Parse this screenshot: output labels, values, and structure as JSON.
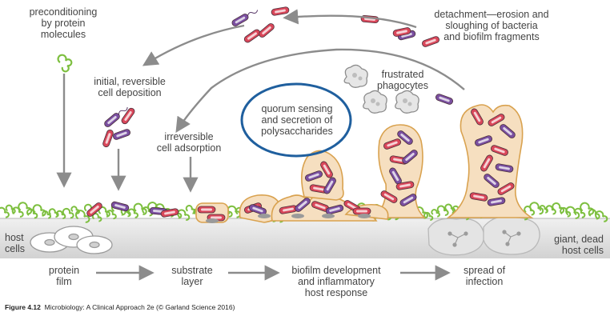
{
  "labels": {
    "preconditioning": "preconditioning\nby protein\nmolecules",
    "initial_deposition": "initial, reversible\ncell deposition",
    "irreversible": "irreversible\ncell adsorption",
    "quorum": "quorum sensing\nand secretion of\npolysaccharides",
    "frustrated": "frustrated\nphagocytes",
    "detachment": "detachment—erosion and\nsloughing of bacteria\nand biofilm fragments",
    "host_cells": "host\ncells",
    "giant_cells": "giant, dead\nhost cells"
  },
  "stages": [
    "protein\nfilm",
    "substrate\nlayer",
    "biofilm development\nand inflammatory\nhost response",
    "spread of\ninfection"
  ],
  "caption": {
    "figure": "Figure 4.12",
    "text": "Microbiology: A Clinical Approach 2e (© Garland Science 2016)"
  },
  "colors": {
    "red_cell": "#d9475a",
    "purple_cell": "#7a4fa0",
    "protein_green": "#7dbf3f",
    "matrix": "#f6dfc0",
    "matrix_edge": "#d9a24f",
    "quorum_ring": "#1f5f9e",
    "arrow_gray": "#8c8c8c",
    "host_band": "#dcdcdc"
  }
}
